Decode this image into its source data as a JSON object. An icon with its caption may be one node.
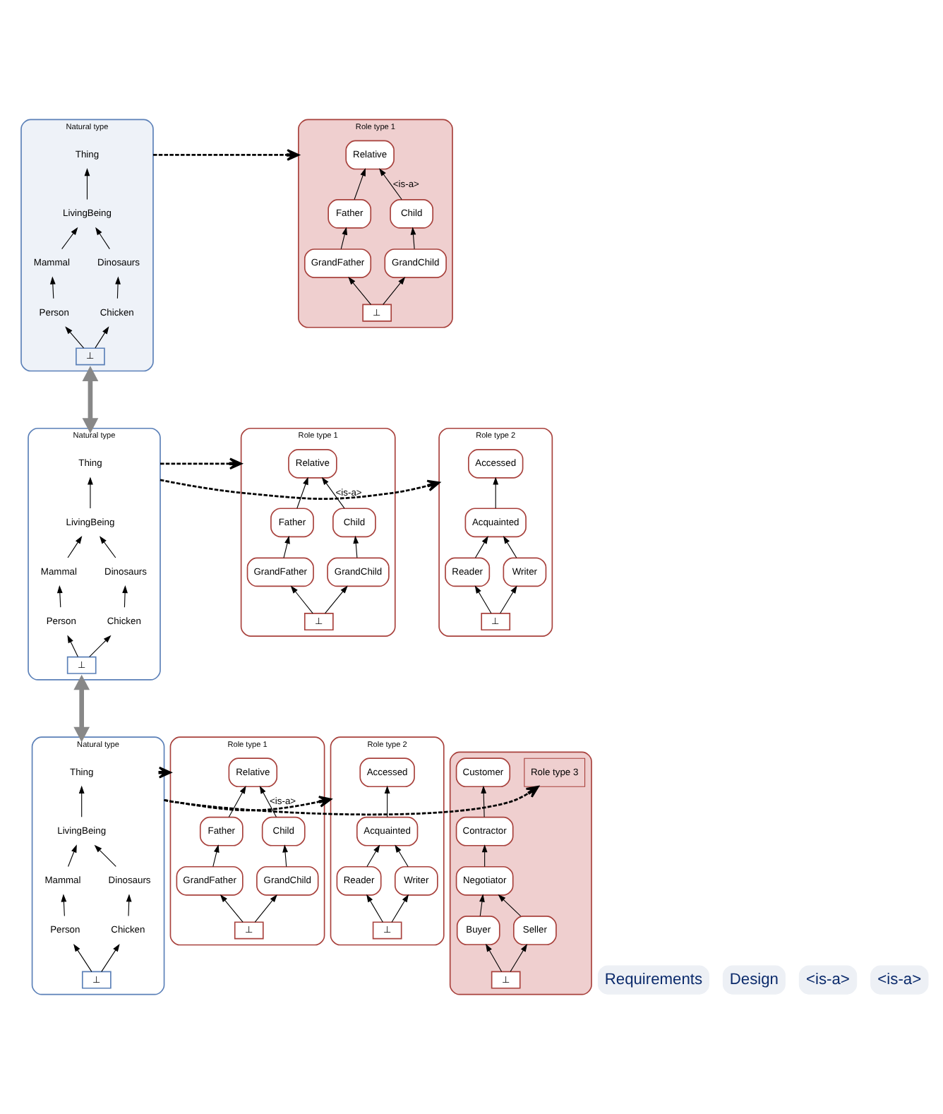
{
  "diagram": {
    "nodes": [
      {
        "text": [
          "Natural type"
        ]
      },
      {
        "text": [
          "Thing"
        ],
        "in": 0
      },
      {
        "text": [
          "LivingBeing"
        ],
        "in": 0
      },
      {
        "text": [
          "Mammal"
        ],
        "in": 0
      },
      {
        "text": [
          "Dinosaurs"
        ],
        "in": 0
      },
      {
        "text": [
          "Person"
        ],
        "in": 0
      },
      {
        "text": [
          "Chicken"
        ],
        "in": 0
      },
      {
        "text": [
          "⊥"
        ],
        "in": 0
      },
      {
        "text": [
          "Role type 1"
        ]
      },
      {
        "text": [
          "Relative"
        ],
        "in": 8
      },
      {
        "text": [
          "Father"
        ],
        "in": 8
      },
      {
        "text": [
          "Child"
        ],
        "in": 8
      },
      {
        "text": [
          "GrandFather"
        ],
        "in": 8
      },
      {
        "text": [
          "GrandChild"
        ],
        "in": 8
      },
      {
        "text": [
          "⊥"
        ],
        "in": 8
      },
      {
        "text": [
          "Natural type"
        ]
      },
      {
        "text": [
          "Thing"
        ],
        "in": 15
      },
      {
        "text": [
          "LivingBeing"
        ],
        "in": 15
      },
      {
        "text": [
          "Mammal"
        ],
        "in": 15
      },
      {
        "text": [
          "Dinosaurs"
        ],
        "in": 15
      },
      {
        "text": [
          "Person"
        ],
        "in": 15
      },
      {
        "text": [
          "Chicken"
        ],
        "in": 15
      },
      {
        "text": [
          "⊥"
        ],
        "in": 15
      },
      {
        "text": [
          "Role type 1"
        ]
      },
      {
        "text": [
          "Relative"
        ],
        "in": 23
      },
      {
        "text": [
          "Father"
        ],
        "in": 23
      },
      {
        "text": [
          "Child"
        ],
        "in": 23
      },
      {
        "text": [
          "GrandFather"
        ],
        "in": 23
      },
      {
        "text": [
          "GrandChild"
        ],
        "in": 23
      },
      {
        "text": [
          "⊥"
        ],
        "in": 23
      },
      {
        "text": [
          "Role type 2"
        ]
      },
      {
        "text": [
          "Accessed"
        ],
        "in": 30
      },
      {
        "text": [
          "Acquainted"
        ],
        "in": 30
      },
      {
        "text": [
          "Reader"
        ],
        "in": 30
      },
      {
        "text": [
          "Writer"
        ],
        "in": 30
      },
      {
        "text": [
          "⊥"
        ],
        "in": 30
      },
      {
        "text": [
          "Natural type"
        ]
      },
      {
        "text": [
          "Thing"
        ],
        "in": 36
      },
      {
        "text": [
          "LivingBeing"
        ],
        "in": 36
      },
      {
        "text": [
          "Mammal"
        ],
        "in": 36
      },
      {
        "text": [
          "Dinosaurs"
        ],
        "in": 36
      },
      {
        "text": [
          "Person"
        ],
        "in": 36
      },
      {
        "text": [
          "Chicken"
        ],
        "in": 36
      },
      {
        "text": [
          "⊥"
        ],
        "in": 36
      },
      {
        "text": [
          "Role type 1"
        ]
      },
      {
        "text": [
          "Relative"
        ],
        "in": 44
      },
      {
        "text": [
          "Father"
        ],
        "in": 44
      },
      {
        "text": [
          "Child"
        ],
        "in": 44
      },
      {
        "text": [
          "GrandFather"
        ],
        "in": 44
      },
      {
        "text": [
          "GrandChild"
        ],
        "in": 44
      },
      {
        "text": [
          "⊥"
        ],
        "in": 44
      },
      {
        "text": [
          "Role type 2"
        ]
      },
      {
        "text": [
          "Accessed"
        ],
        "in": 51
      },
      {
        "text": [
          "Acquainted"
        ],
        "in": 51
      },
      {
        "text": [
          "Reader"
        ],
        "in": 51
      },
      {
        "text": [
          "Writer"
        ],
        "in": 51
      },
      {
        "text": [
          "⊥"
        ],
        "in": 51
      },
      {
        "text": [],
        "shape": "box"
      },
      {
        "text": [
          "Role type 3"
        ],
        "in": 57
      },
      {
        "text": [
          "Customer"
        ],
        "in": 57
      },
      {
        "text": [
          "Contractor"
        ],
        "in": 57
      },
      {
        "text": [
          "Negotiator"
        ],
        "in": 57
      },
      {
        "text": [
          "Buyer"
        ],
        "in": 57
      },
      {
        "text": [
          "Seller"
        ],
        "in": 57
      },
      {
        "text": [
          "⊥"
        ],
        "in": 57
      }
    ],
    "edges": [
      {
        "from": 2,
        "to": 1,
        "arrow": "to"
      },
      {
        "from": 3,
        "to": 2,
        "arrow": "to"
      },
      {
        "from": 4,
        "to": 2,
        "arrow": "to"
      },
      {
        "from": 5,
        "to": 3,
        "arrow": "to"
      },
      {
        "from": 6,
        "to": 4,
        "arrow": "to"
      },
      {
        "from": 7,
        "to": 5,
        "arrow": "to"
      },
      {
        "from": 7,
        "to": 6,
        "arrow": "to"
      },
      {
        "from": 10,
        "to": 9,
        "arrow": "to"
      },
      {
        "from": 11,
        "to": 9,
        "arrow": "to",
        "label": "<is-a>"
      },
      {
        "from": 12,
        "to": 10,
        "arrow": "to"
      },
      {
        "from": 13,
        "to": 11,
        "arrow": "to"
      },
      {
        "from": 14,
        "to": 12,
        "arrow": "to"
      },
      {
        "from": 14,
        "to": 13,
        "arrow": "to"
      },
      {
        "from": 0,
        "to": 8,
        "arrow": "to",
        "style": "dashed"
      },
      {
        "from": 15,
        "to": 0,
        "arrow": "both",
        "style": "thick",
        "color": "#888888"
      },
      {
        "from": 17,
        "to": 16,
        "arrow": "to"
      },
      {
        "from": 18,
        "to": 17,
        "arrow": "to"
      },
      {
        "from": 19,
        "to": 17,
        "arrow": "to"
      },
      {
        "from": 20,
        "to": 18,
        "arrow": "to"
      },
      {
        "from": 21,
        "to": 19,
        "arrow": "to"
      },
      {
        "from": 22,
        "to": 20,
        "arrow": "to"
      },
      {
        "from": 22,
        "to": 21,
        "arrow": "to"
      },
      {
        "from": 25,
        "to": 24,
        "arrow": "to"
      },
      {
        "from": 26,
        "to": 24,
        "arrow": "to",
        "label": "<is-a>"
      },
      {
        "from": 27,
        "to": 25,
        "arrow": "to"
      },
      {
        "from": 28,
        "to": 26,
        "arrow": "to"
      },
      {
        "from": 29,
        "to": 27,
        "arrow": "to"
      },
      {
        "from": 29,
        "to": 28,
        "arrow": "to"
      },
      {
        "from": 32,
        "to": 31,
        "arrow": "to"
      },
      {
        "from": 33,
        "to": 32,
        "arrow": "to"
      },
      {
        "from": 34,
        "to": 32,
        "arrow": "to"
      },
      {
        "from": 35,
        "to": 33,
        "arrow": "to"
      },
      {
        "from": 35,
        "to": 34,
        "arrow": "to"
      },
      {
        "from": 15,
        "to": 23,
        "arrow": "to",
        "style": "dashed"
      },
      {
        "from": 15,
        "to": 30,
        "arrow": "to",
        "style": "dashed"
      },
      {
        "from": 36,
        "to": 15,
        "arrow": "both",
        "style": "thick",
        "color": "#888888"
      },
      {
        "from": 38,
        "to": 37,
        "arrow": "to"
      },
      {
        "from": 39,
        "to": 38,
        "arrow": "to"
      },
      {
        "from": 40,
        "to": 38,
        "arrow": "to"
      },
      {
        "from": 41,
        "to": 39,
        "arrow": "to"
      },
      {
        "from": 42,
        "to": 40,
        "arrow": "to"
      },
      {
        "from": 43,
        "to": 41,
        "arrow": "to"
      },
      {
        "from": 43,
        "to": 42,
        "arrow": "to"
      },
      {
        "from": 46,
        "to": 45,
        "arrow": "to"
      },
      {
        "from": 47,
        "to": 45,
        "arrow": "to",
        "label": "<is-a>"
      },
      {
        "from": 48,
        "to": 46,
        "arrow": "to"
      },
      {
        "from": 49,
        "to": 47,
        "arrow": "to"
      },
      {
        "from": 50,
        "to": 48,
        "arrow": "to"
      },
      {
        "from": 50,
        "to": 49,
        "arrow": "to"
      },
      {
        "from": 53,
        "to": 52,
        "arrow": "to"
      },
      {
        "from": 54,
        "to": 53,
        "arrow": "to"
      },
      {
        "from": 55,
        "to": 53,
        "arrow": "to"
      },
      {
        "from": 56,
        "to": 54,
        "arrow": "to"
      },
      {
        "from": 56,
        "to": 55,
        "arrow": "to"
      },
      {
        "from": 60,
        "to": 59,
        "arrow": "to"
      },
      {
        "from": 61,
        "to": 60,
        "arrow": "to"
      },
      {
        "from": 62,
        "to": 61,
        "arrow": "to"
      },
      {
        "from": 63,
        "to": 61,
        "arrow": "to"
      },
      {
        "from": 64,
        "to": 62,
        "arrow": "to"
      },
      {
        "from": 64,
        "to": 63,
        "arrow": "to"
      },
      {
        "from": 36,
        "to": 44,
        "arrow": "to",
        "style": "dashed"
      },
      {
        "from": 36,
        "to": 51,
        "arrow": "to",
        "style": "dashed"
      },
      {
        "from": 36,
        "to": 58,
        "arrow": "to",
        "style": "dashed"
      }
    ],
    "labels": [
      "Requirements",
      "Design",
      "<is-a>",
      "<is-a>"
    ]
  }
}
